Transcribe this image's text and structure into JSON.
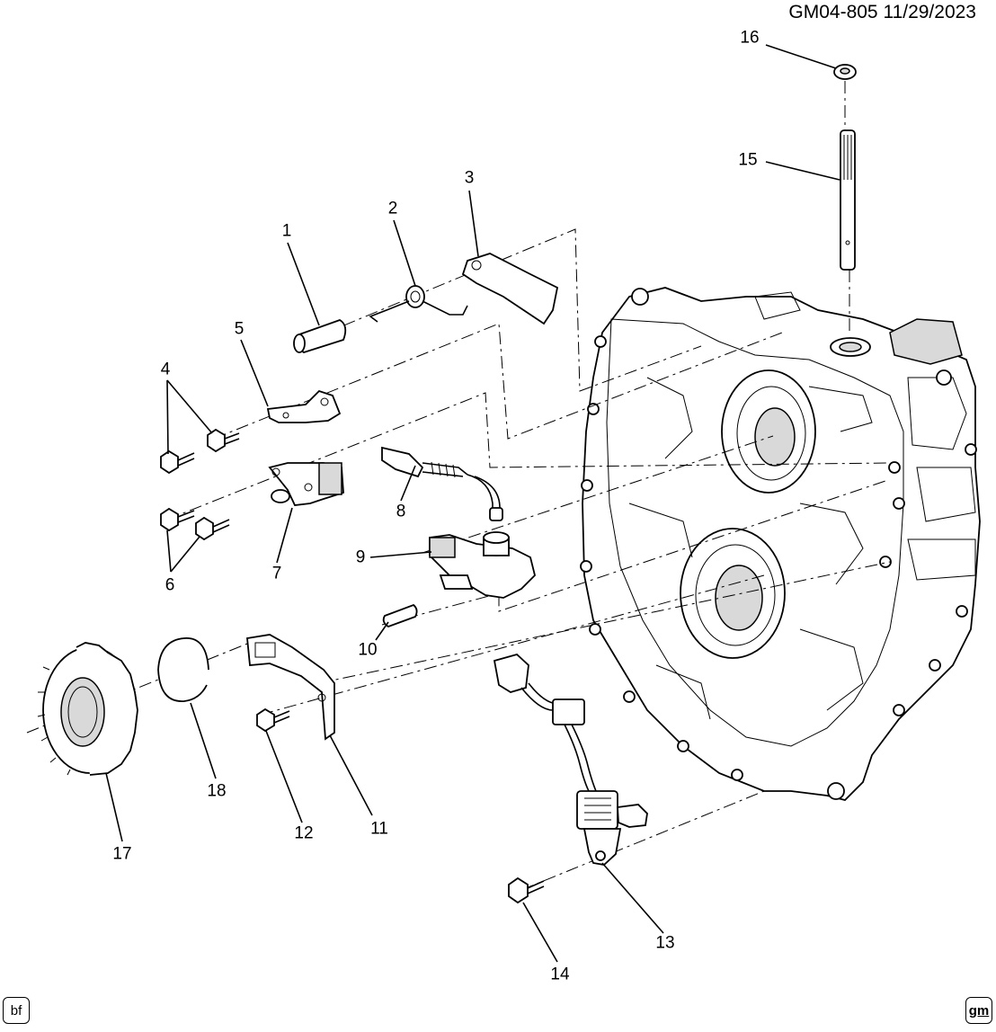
{
  "header": {
    "doc_id": "GM04-805  11/29/2023"
  },
  "callouts": [
    "1",
    "2",
    "3",
    "4",
    "5",
    "6",
    "7",
    "8",
    "9",
    "10",
    "11",
    "12",
    "13",
    "14",
    "15",
    "16",
    "17",
    "18"
  ],
  "footer": {
    "left_badge": "bf",
    "right_badge": "gm"
  }
}
